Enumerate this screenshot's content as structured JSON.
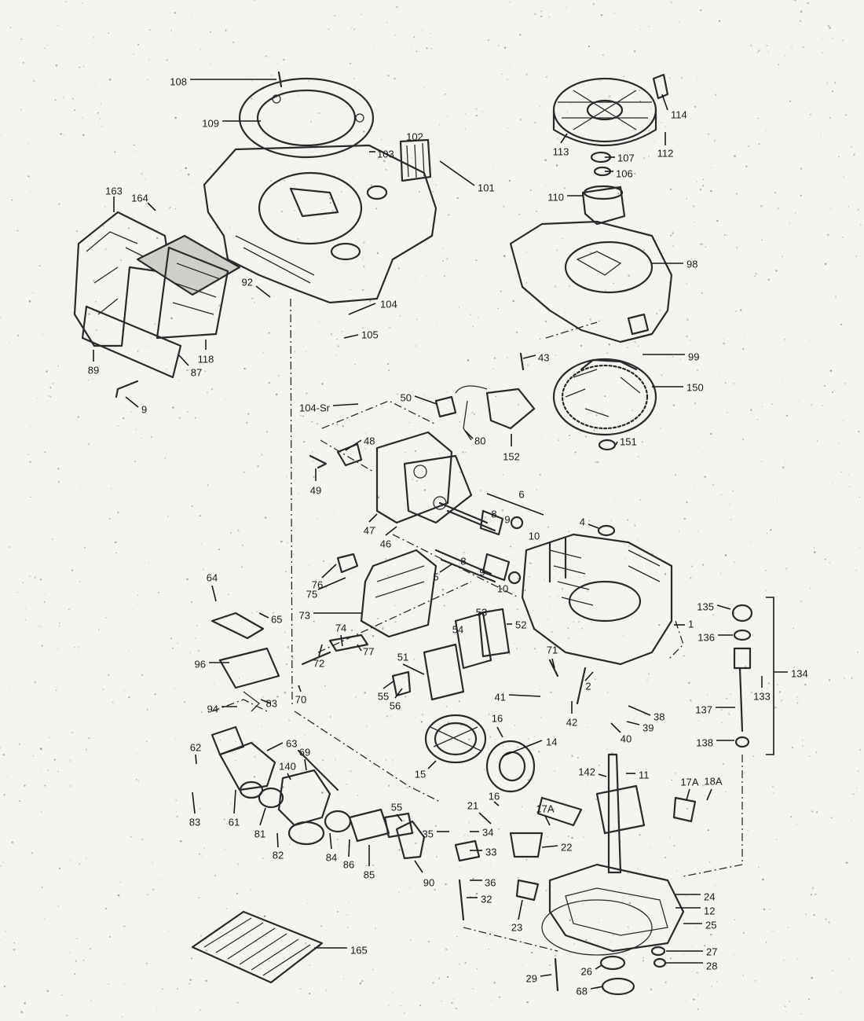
{
  "labels": [
    "108",
    "109",
    "103",
    "102",
    "101",
    "163",
    "164",
    "92",
    "104",
    "105",
    "118",
    "87",
    "89",
    "9",
    "104-Sr",
    "114",
    "113",
    "112",
    "107",
    "106",
    "110",
    "98",
    "99",
    "43",
    "150",
    "151",
    "50",
    "80",
    "152",
    "48",
    "49",
    "47",
    "46",
    "6",
    "8",
    "9",
    "10",
    "8",
    "9",
    "10",
    "4",
    "5",
    "76",
    "75",
    "73",
    "64",
    "65",
    "72",
    "74",
    "77",
    "53",
    "54",
    "52",
    "51",
    "55",
    "56",
    "71",
    "2",
    "1",
    "96",
    "70",
    "83",
    "94",
    "41",
    "42",
    "38",
    "39",
    "40",
    "135",
    "136",
    "134",
    "133",
    "137",
    "138",
    "62",
    "63",
    "69",
    "140",
    "16",
    "14",
    "15",
    "83",
    "61",
    "81",
    "82",
    "84",
    "86",
    "85",
    "55",
    "35",
    "90",
    "21",
    "34",
    "33",
    "36",
    "32",
    "23",
    "16",
    "142",
    "11",
    "17A",
    "17A",
    "18A",
    "22",
    "24",
    "12",
    "25",
    "27",
    "28",
    "26",
    "68",
    "29",
    "165"
  ],
  "colors": {
    "ink": "#1a1a1a",
    "paper": "#f4f3ef"
  }
}
